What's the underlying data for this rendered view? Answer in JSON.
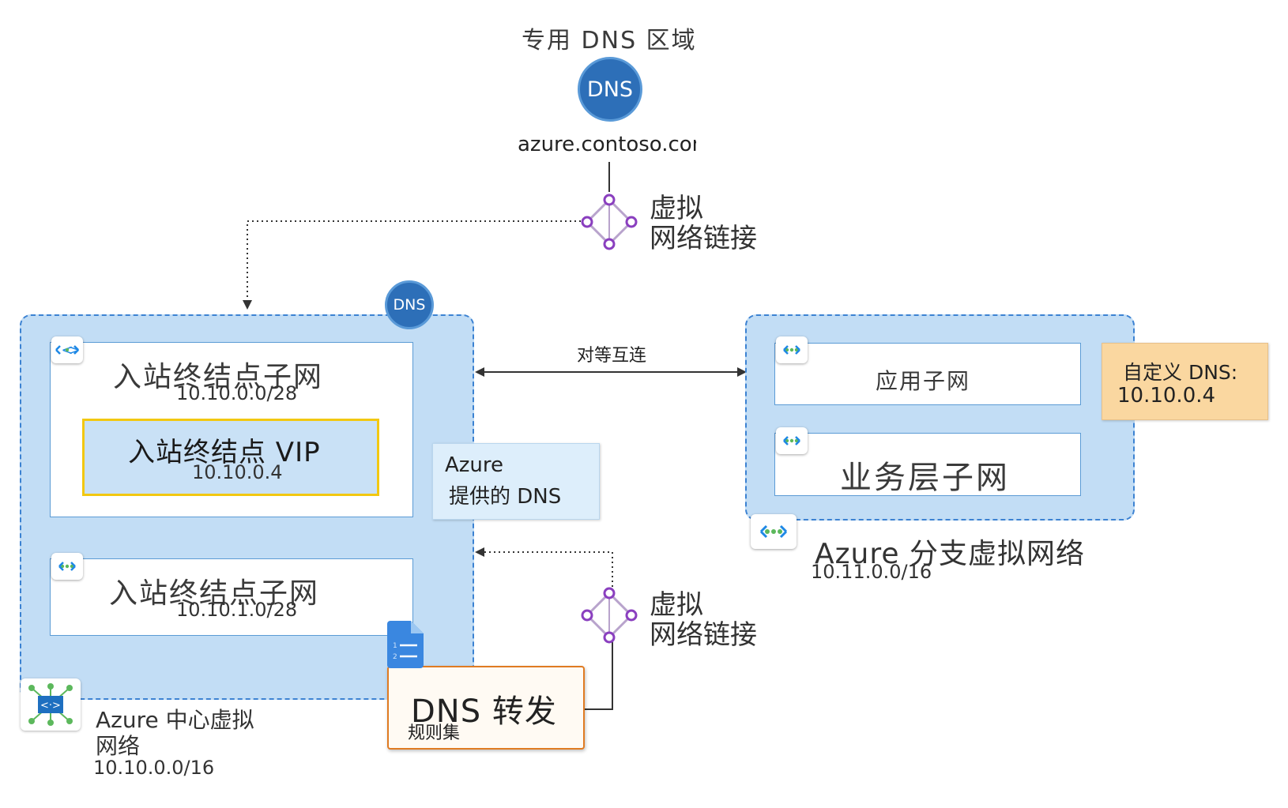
{
  "private_zone": {
    "title": "专用 DNS 区域",
    "badge": "DNS",
    "domain": "azure.contoso.com"
  },
  "vnet_link_top": {
    "line1": "虚拟",
    "line2": "网络链接"
  },
  "vnet_link_bottom": {
    "line1": "虚拟",
    "line2": "网络链接"
  },
  "peering_label": "对等互连",
  "hub": {
    "dns_badge": "DNS",
    "inbound_subnet": {
      "title": "入站终结点子网",
      "address": "10.10.0.0/28"
    },
    "inbound_vip": {
      "title": "入站终结点 VIP",
      "address": "10.10.0.4"
    },
    "outbound_subnet": {
      "title": "入站终结点子网",
      "address": "10.10.1.0/28"
    },
    "label_line1": "Azure 中心虚拟",
    "label_line2": "网络",
    "address": "10.10.0.0/16"
  },
  "azure_dns": {
    "line1": "Azure",
    "line2": "提供的 DNS"
  },
  "ruleset": {
    "title": "DNS 转发",
    "subtitle": "规则集"
  },
  "spoke": {
    "app_subnet": "应用子网",
    "biz_subnet": "业务层子网",
    "label": "Azure 分支虚拟网络",
    "address": "10.11.0.0/16"
  },
  "custom_dns": {
    "line1": "自定义 DNS:",
    "line2": "10.10.0.4"
  },
  "colors": {
    "vnet_fill": "#c2ddf5",
    "vnet_border": "#3c82d2",
    "dns_badge": "#2d6fb8",
    "vip_border": "#f2c811",
    "custom_dns_fill": "#fad7a0",
    "ruleset_border": "#e07b22",
    "link_icon": "#8a3fbf"
  }
}
